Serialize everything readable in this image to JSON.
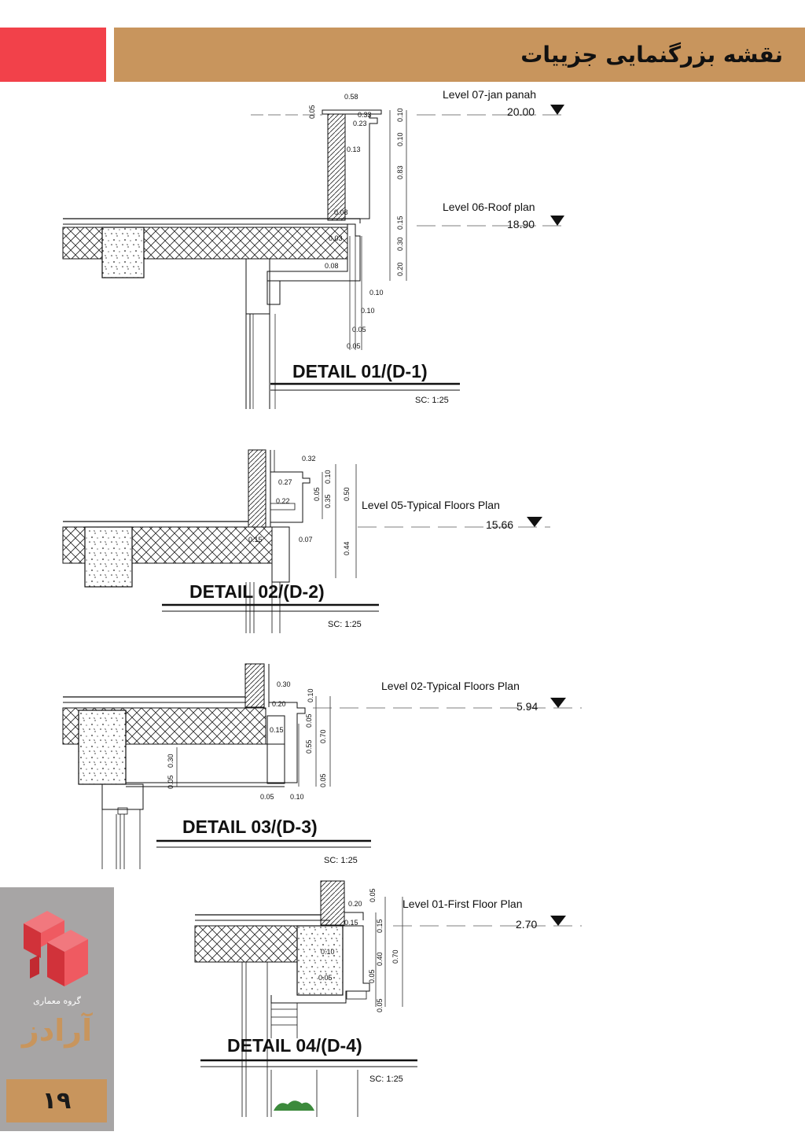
{
  "header": {
    "title": "نقشه بزرگنمایی جزییات",
    "accent_color": "#f2414a",
    "bar_color": "#c8955d"
  },
  "details": [
    {
      "title": "DETAIL 01/(D-1)",
      "scale": "SC: 1:25",
      "levels": [
        {
          "name": "Level 07-jan panah",
          "elevation": "20.00"
        },
        {
          "name": "Level 06-Roof plan",
          "elevation": "18.90"
        }
      ],
      "dimensions": [
        "0.58",
        "0.05",
        "0.33",
        "0.23",
        "0.13",
        "0.08",
        "0.03",
        "0.08",
        "0.10",
        "0.10",
        "0.83",
        "0.15",
        "0.30",
        "0.20",
        "0.10",
        "0.10",
        "0.05",
        "0.05"
      ]
    },
    {
      "title": "DETAIL 02/(D-2)",
      "scale": "SC: 1:25",
      "levels": [
        {
          "name": "Level 05-Typical Floors Plan",
          "elevation": "15.66"
        }
      ],
      "dimensions": [
        "0.32",
        "0.27",
        "0.10",
        "0.22",
        "0.05",
        "0.35",
        "0.50",
        "0.15",
        "0.07",
        "0.44"
      ]
    },
    {
      "title": "DETAIL 03/(D-3)",
      "scale": "SC: 1:25",
      "levels": [
        {
          "name": "Level 02-Typical Floors Plan",
          "elevation": "5.94"
        }
      ],
      "dimensions": [
        "0.30",
        "0.20",
        "0.10",
        "0.15",
        "0.05",
        "0.55",
        "0.70",
        "0.30",
        "0.05",
        "0.05",
        "0.05",
        "0.10"
      ]
    },
    {
      "title": "DETAIL 04/(D-4)",
      "scale": "SC: 1:25",
      "levels": [
        {
          "name": "Level 01-First Floor Plan",
          "elevation": "2.70"
        }
      ],
      "dimensions": [
        "0.20",
        "0.05",
        "0.15",
        "0.15",
        "0.10",
        "0.40",
        "0.70",
        "0.05",
        "0.05",
        "0.05"
      ]
    }
  ],
  "sidebar": {
    "group_label": "گروه معماری",
    "brand_name": "آرادز",
    "page_number": "۱۹",
    "logo_icon": "isometric-blocks-logo-icon"
  }
}
